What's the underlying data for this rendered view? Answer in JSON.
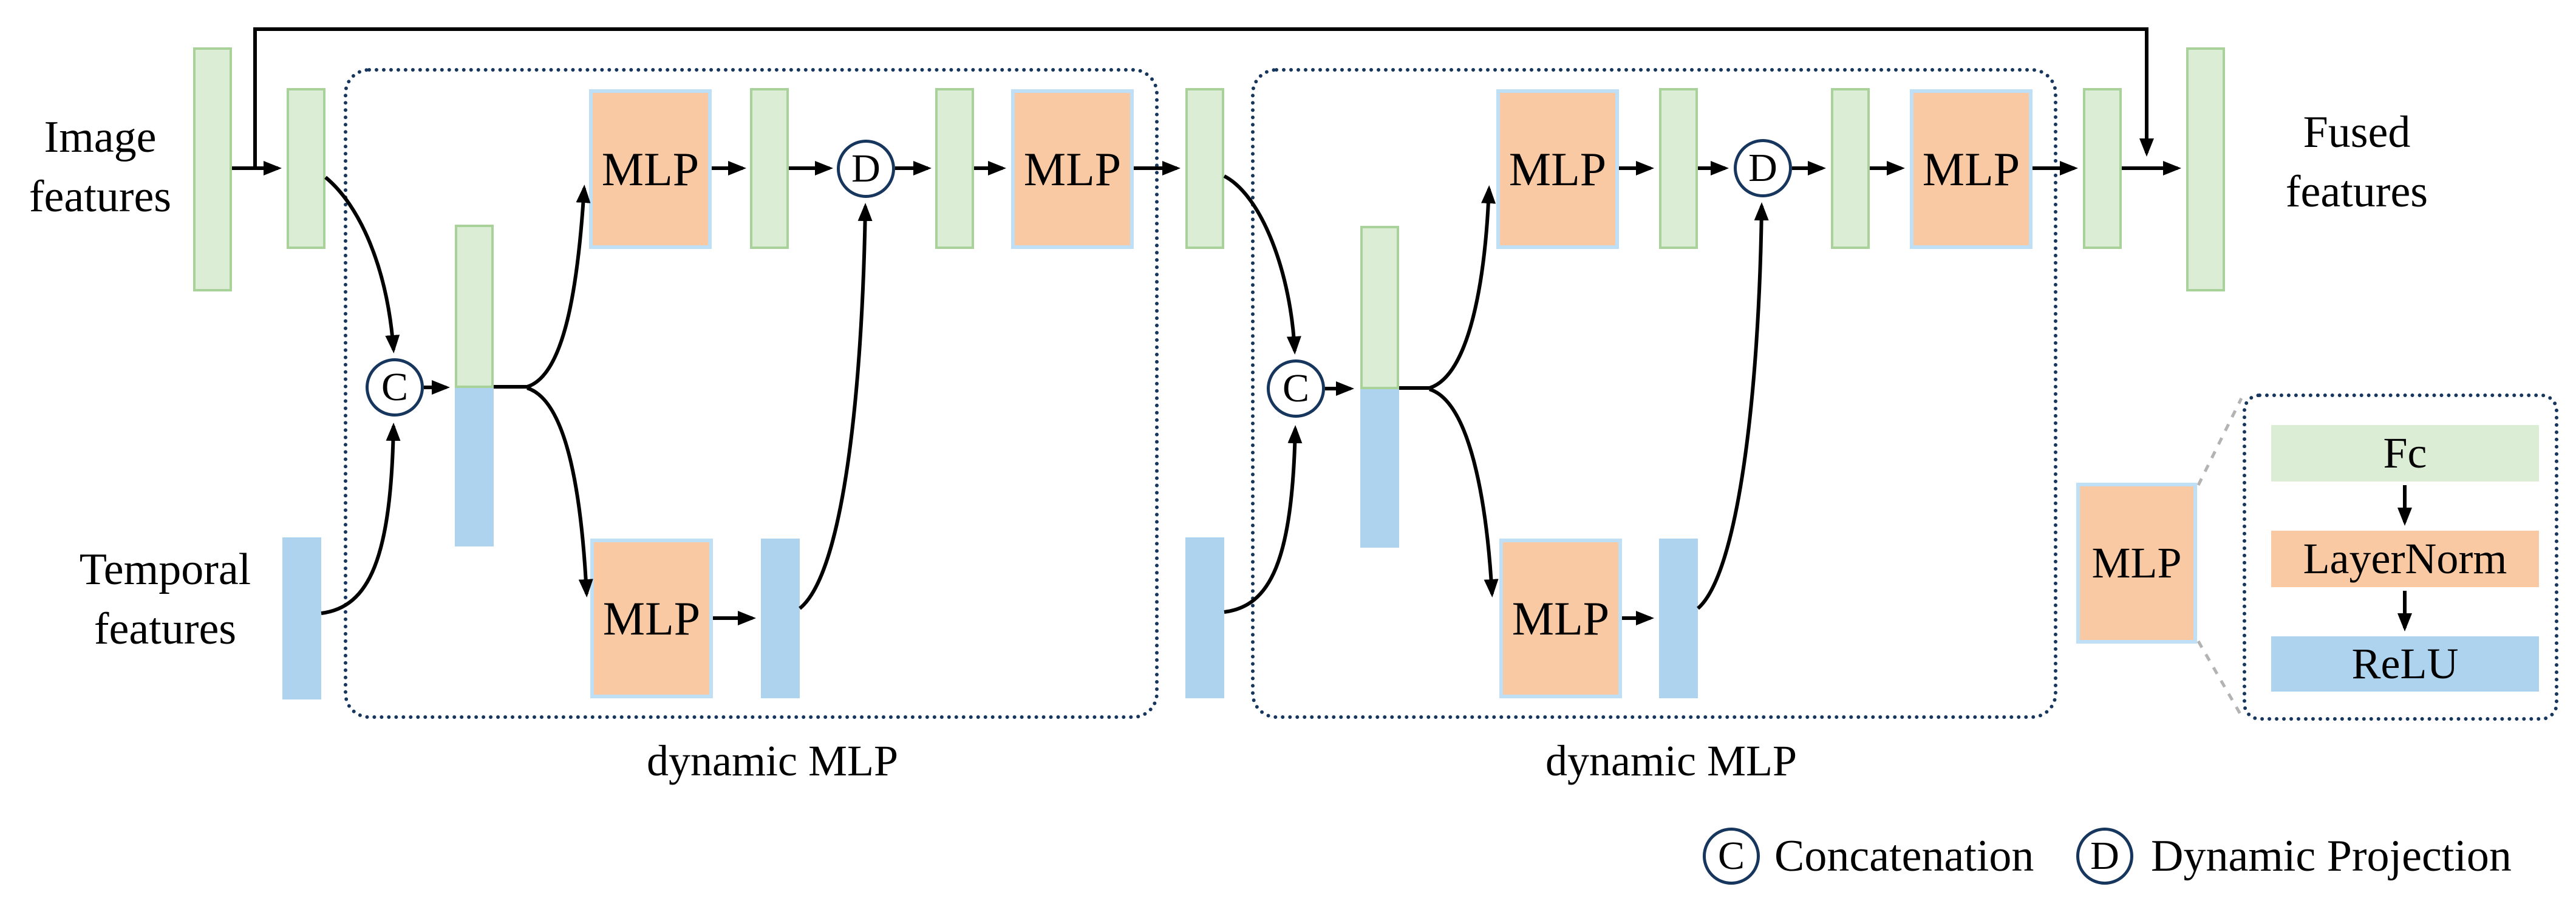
{
  "figure": {
    "image_features": {
      "line1": "Image",
      "line2": "features"
    },
    "temporal_features": {
      "line1": "Temporal",
      "line2": "features"
    },
    "fused_features": {
      "line1": "Fused",
      "line2": "features"
    },
    "mlp_block_label": "MLP",
    "dynamic_mlp_1_label": "dynamic MLP",
    "dynamic_mlp_2_label": "dynamic MLP",
    "concat_symbol": "C",
    "dynamic_symbol": "D"
  },
  "mlp_legend": {
    "mlp_label": "MLP",
    "layers": [
      "Fc",
      "LayerNorm",
      "ReLU"
    ]
  },
  "legend": [
    {
      "symbol": "C",
      "label": "Concatenation"
    },
    {
      "symbol": "D",
      "label": "Dynamic Projection"
    }
  ],
  "colors": {
    "green": "#dcedd5",
    "green-border": "#a8d299",
    "blue": "#aed3ef",
    "orange": "#f9c9a4",
    "orange-border": "#bedff5",
    "navy": "#17365d",
    "wire": "#000000",
    "grey": "#b3b3b3"
  }
}
